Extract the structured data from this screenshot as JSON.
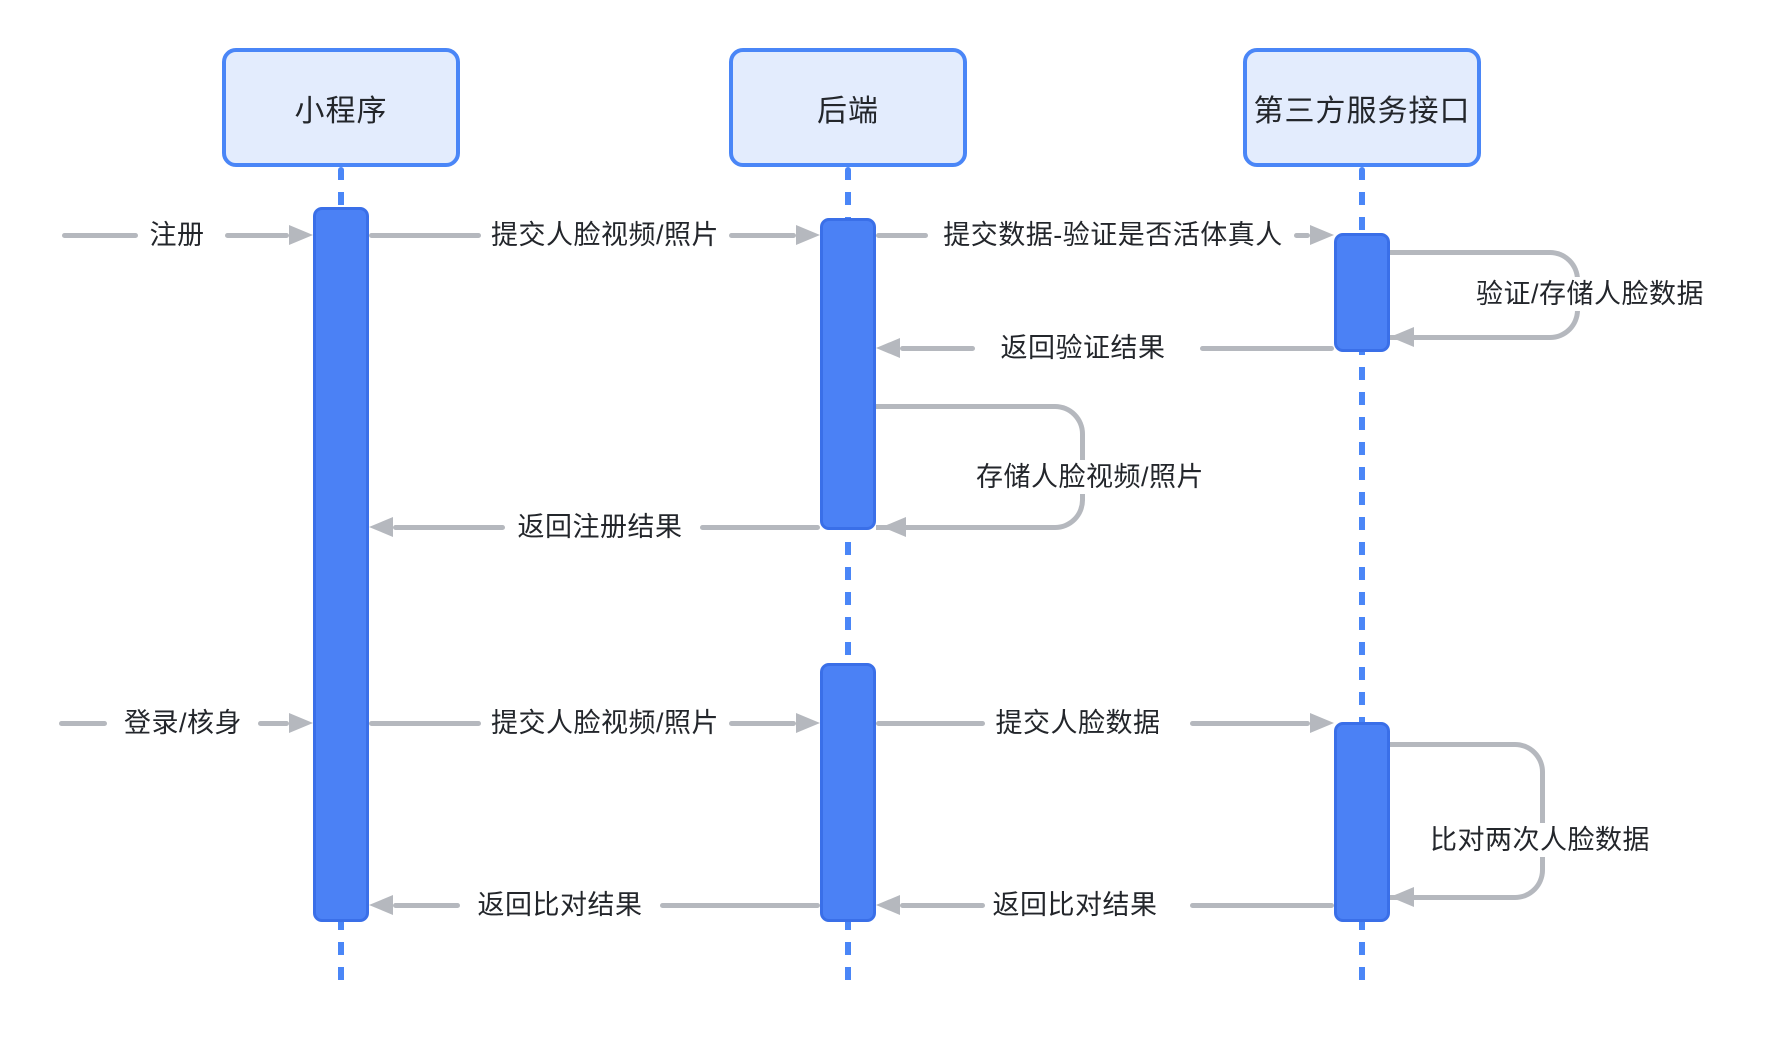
{
  "diagram": {
    "title": "face-verification-sequence",
    "actors": [
      {
        "id": "miniprogram",
        "label": "小程序"
      },
      {
        "id": "backend",
        "label": "后端"
      },
      {
        "id": "third_party",
        "label": "第三方服务接口"
      }
    ],
    "messages": [
      {
        "label": "注册",
        "from": "external",
        "to": "miniprogram",
        "kind": "in"
      },
      {
        "label": "提交人脸视频/照片",
        "from": "miniprogram",
        "to": "backend",
        "kind": "call"
      },
      {
        "label": "提交数据-验证是否活体真人",
        "from": "backend",
        "to": "third_party",
        "kind": "call"
      },
      {
        "label": "验证/存储人脸数据",
        "from": "third_party",
        "to": "third_party",
        "kind": "self"
      },
      {
        "label": "返回验证结果",
        "from": "third_party",
        "to": "backend",
        "kind": "return"
      },
      {
        "label": "存储人脸视频/照片",
        "from": "backend",
        "to": "backend",
        "kind": "self"
      },
      {
        "label": "返回注册结果",
        "from": "backend",
        "to": "miniprogram",
        "kind": "return"
      },
      {
        "label": "登录/核身",
        "from": "external",
        "to": "miniprogram",
        "kind": "in"
      },
      {
        "label": "提交人脸视频/照片",
        "from": "miniprogram",
        "to": "backend",
        "kind": "call"
      },
      {
        "label": "提交人脸数据",
        "from": "backend",
        "to": "third_party",
        "kind": "call"
      },
      {
        "label": "比对两次人脸数据",
        "from": "third_party",
        "to": "third_party",
        "kind": "self"
      },
      {
        "label": "返回比对结果",
        "from": "third_party",
        "to": "backend",
        "kind": "return"
      },
      {
        "label": "返回比对结果",
        "from": "backend",
        "to": "miniprogram",
        "kind": "return"
      }
    ],
    "colors": {
      "accent": "#4a86f7",
      "header_fill": "#e3ecfd",
      "activation_fill": "#4b81f5",
      "activation_border": "#3a6fe8",
      "line_gray": "#b5b8be",
      "text": "#23262b",
      "background": "#ffffff"
    }
  }
}
